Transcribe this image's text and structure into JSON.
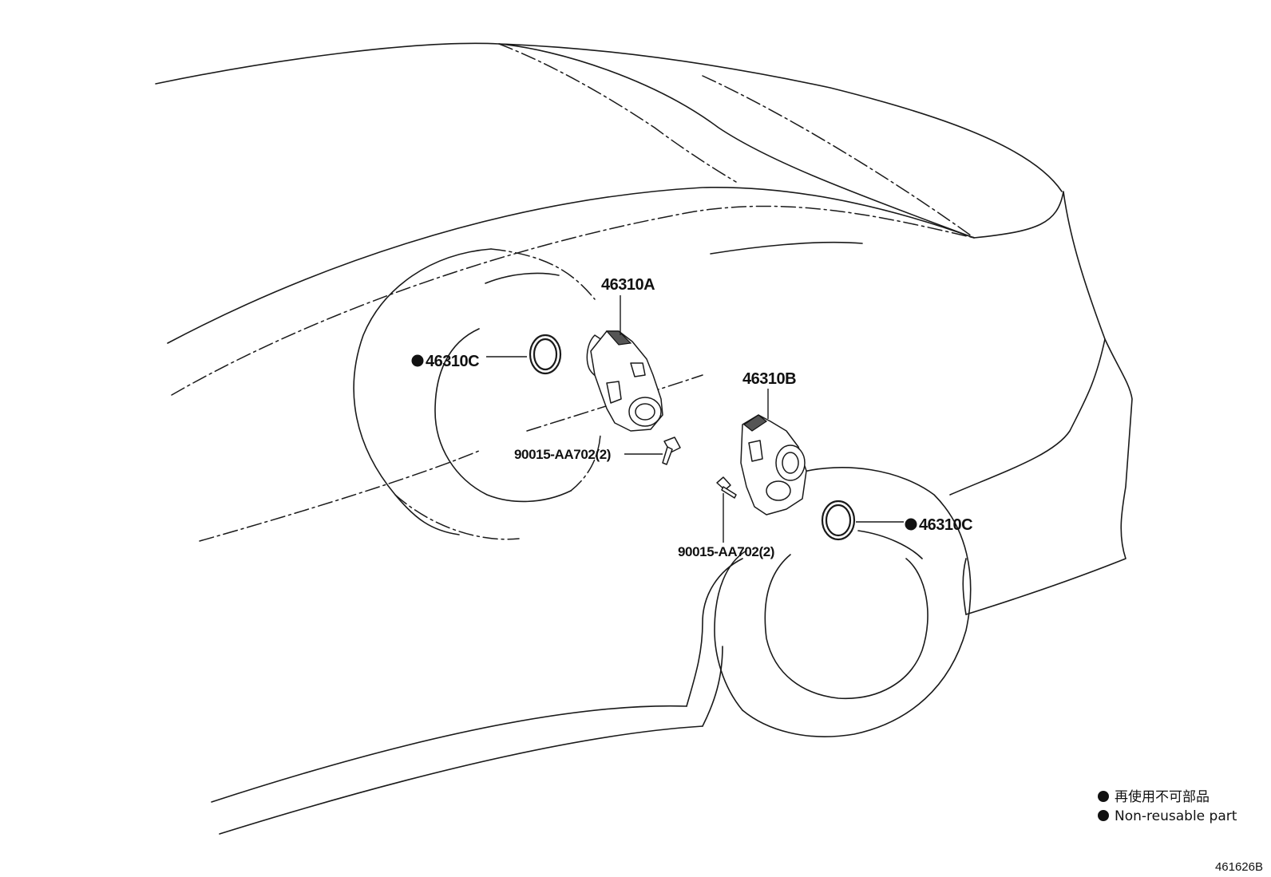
{
  "callouts": {
    "motor_front": "46310A",
    "motor_rear": "46310B",
    "seal_front": "46310C",
    "seal_rear": "46310C",
    "bolt_front": "90015-AA702(2)",
    "bolt_rear": "90015-AA702(2)"
  },
  "legend": {
    "line_jp": "再使用不可部品",
    "line_en": "Non-reusable part"
  },
  "document_id": "461626B",
  "colors": {
    "ink": "#1a1a1a",
    "background": "#ffffff"
  }
}
